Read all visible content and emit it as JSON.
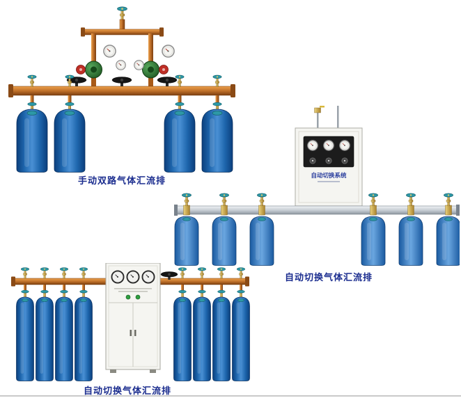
{
  "page": {
    "background": "#ffffff",
    "caption_color": "#1b2d8f"
  },
  "products": [
    {
      "name": "manual-dual-gas-manifold",
      "caption": "手动双路气体汇流排",
      "cylinders": 4,
      "gauges": 4,
      "hand_valves": 3
    },
    {
      "name": "auto-switch-gas-manifold",
      "caption": "自动切换气体汇流排",
      "cabinet_label": "自动切换系统",
      "cylinders": 6,
      "gauges": 3
    },
    {
      "name": "auto-switch-gas-manifold-cabinet",
      "caption": "自动切换气体汇流排",
      "cylinders": 8,
      "gauges": 3
    }
  ],
  "colors": {
    "cylinder_blue": "#1e66ad",
    "cylinder_blue_light": "#4a90d4",
    "pipe_copper": "#c0712a",
    "brass": "#c9a23a",
    "valve_teal": "#2d98a6",
    "rail_silver": "#c3cad1",
    "cabinet": "#f5f5f1",
    "panel_black": "#1c1c1c",
    "regulator_green": "#2f7d33",
    "regulator_red": "#bf2f26"
  }
}
